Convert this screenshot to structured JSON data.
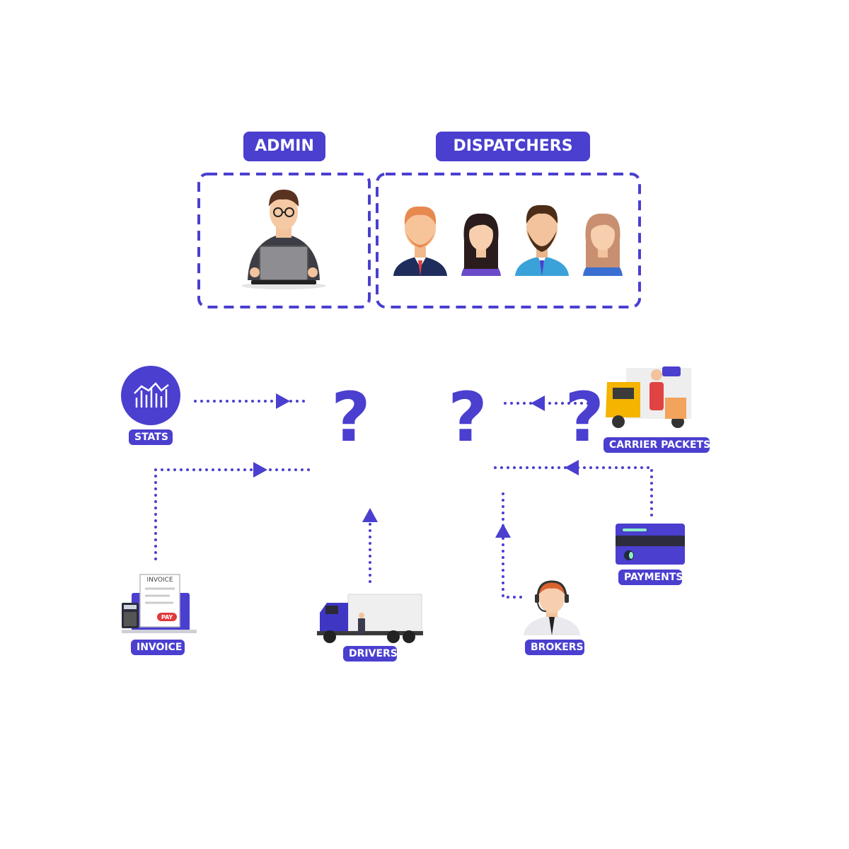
{
  "roles": {
    "admin_label": "ADMIN",
    "dispatchers_label": "DISPATCHERS"
  },
  "center": {
    "question_marks": "? ? ?"
  },
  "nodes": {
    "stats": "STATS",
    "carrier_packets": "CARRIER PACKETS",
    "invoice": "INVOICE",
    "drivers": "DRIVERS",
    "brokers": "BROKERS",
    "payments": "PAYMENTS"
  },
  "illustrations": {
    "invoice_doc_title": "INVOICE",
    "invoice_pay_badge": "PAY"
  },
  "colors": {
    "accent": "#4a3fcf",
    "white": "#ffffff"
  }
}
